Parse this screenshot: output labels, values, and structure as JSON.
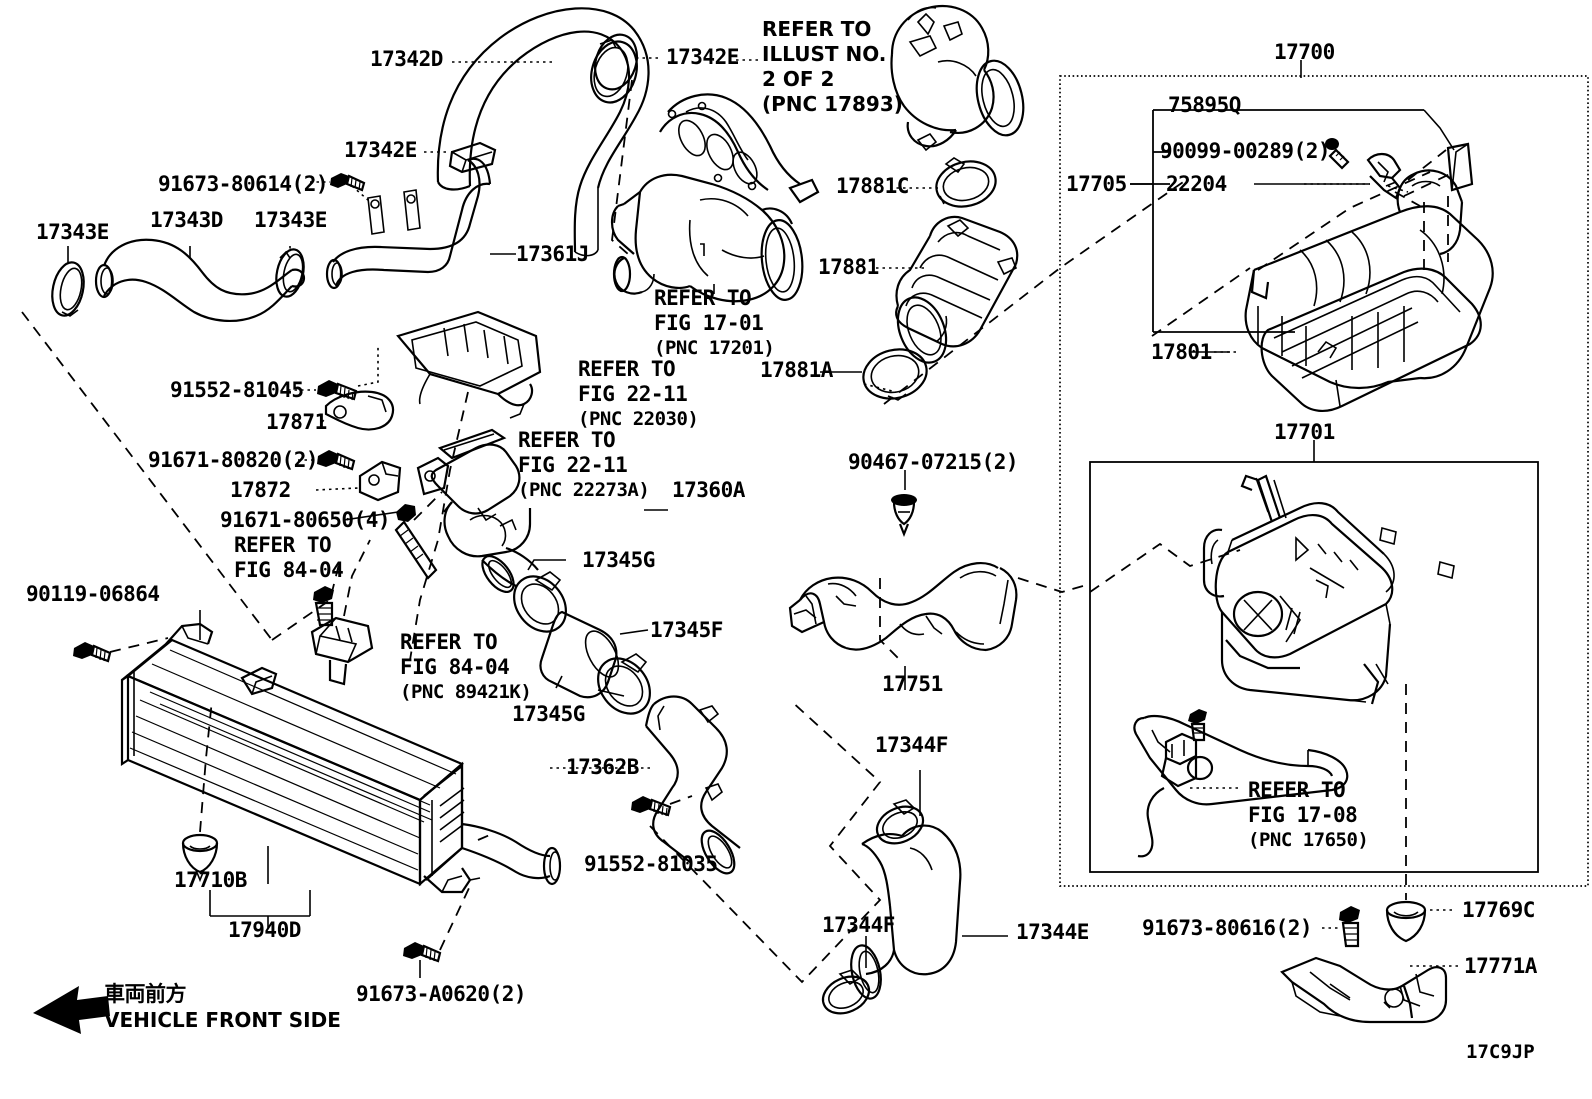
{
  "diagram": {
    "title": "Toyota Air Cleaner / Intercooler Parts Diagram",
    "figure_code": "17C9JP",
    "direction_note_jp": "車両前方",
    "direction_note_en": "VEHICLE FRONT SIDE"
  },
  "labels": {
    "p17342D": "17342D",
    "p17342E_top": "17342E",
    "p17342E_mid": "17342E",
    "p91673_80614": "91673-80614(2)",
    "p17343E_left": "17343E",
    "p17343D": "17343D",
    "p17343E_right": "17343E",
    "p17361J": "17361J",
    "p91552_81045": "91552-81045",
    "p17871": "17871",
    "p91671_80820": "91671-80820(2)",
    "p17872": "17872",
    "p91671_80650": "91671-80650(4)",
    "p17360A": "17360A",
    "p17345G_top": "17345G",
    "p17345F": "17345F",
    "p17345G_bot": "17345G",
    "p90119_06864": "90119-06864",
    "p17710B": "17710B",
    "p17940D": "17940D",
    "p91673_A0620": "91673-A0620(2)",
    "p17362B": "17362B",
    "p91552_81035": "91552-81035",
    "p17344F_top": "17344F",
    "p17344F_bot": "17344F",
    "p17344E": "17344E",
    "p17881C": "17881C",
    "p17881": "17881",
    "p17881A": "17881A",
    "p90467_07215": "90467-07215(2)",
    "p17751": "17751",
    "p17700": "17700",
    "p75895Q": "75895Q",
    "p90099_00289": "90099-00289(2)",
    "p17705": "17705",
    "p22204": "22204",
    "p17801": "17801",
    "p17701": "17701",
    "p91673_80616": "91673-80616(2)",
    "p17769C": "17769C",
    "p17771A": "17771A",
    "figcode": "17C9JP"
  },
  "refs": {
    "illust_2of2": {
      "l1": "REFER TO",
      "l2": "ILLUST NO.",
      "l3": "2 OF 2",
      "l4": "(PNC 17893)"
    },
    "fig_17_01": {
      "l1": "REFER TO",
      "l2": "FIG 17-01",
      "l3": "(PNC 17201)"
    },
    "fig_22_11_a": {
      "l1": "REFER TO",
      "l2": "FIG 22-11",
      "l3": "(PNC 22030)"
    },
    "fig_22_11_b": {
      "l1": "REFER TO",
      "l2": "FIG 22-11",
      "l3": "(PNC 22273A)"
    },
    "fig_84_04_a": {
      "l1": "REFER TO",
      "l2": "FIG 84-04"
    },
    "fig_84_04_b": {
      "l1": "REFER TO",
      "l2": "FIG 84-04",
      "l3": "(PNC 89421K)"
    },
    "fig_17_08": {
      "l1": "REFER TO",
      "l2": "FIG 17-08",
      "l3": "(PNC 17650)"
    }
  }
}
